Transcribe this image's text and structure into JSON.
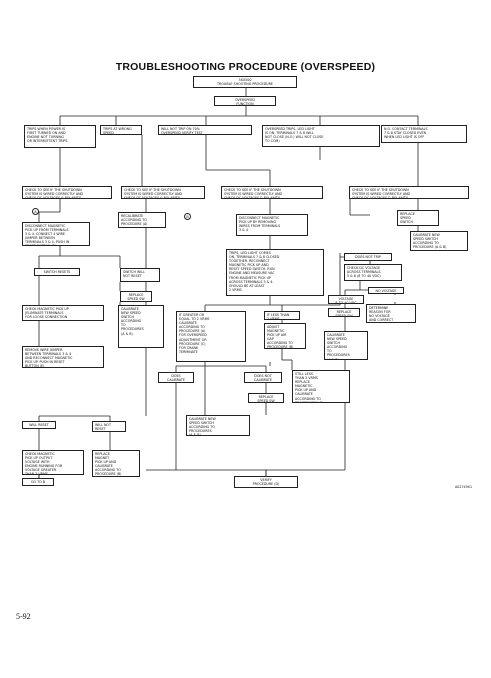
{
  "title": "TROUBLESHOOTING PROCEDURE (OVERSPEED)",
  "page_number": "5-92",
  "figure_ref": "A02749X1",
  "connector_a": "A",
  "connector_b": "B",
  "boxes": {
    "b1": "3XX500\nTROUBLE SHOOTING PROCEDURE",
    "b2": "OVERSPEED\nFUNCTION",
    "r1": "TRIPS WHEN POWER IS\nFIRST TURNED ON AND\nENGINE NOT TURNING\nOR INTERMITTENT TRIPS",
    "r2": "TRIPS AT WRONG\nSPEED",
    "r3": "WILL NOT TRIP ON 70%\nOVERSPEED VERIFY TEST",
    "r4": "OVERSPEED TRIPS, LED LIGHT\nIS ON, TERMINALS 7 & 8 WILL\nNOT CLOSE (N.O.) WILL NOT CLOSE\nTO COM)",
    "r5": "N.O. CONTACT TERMINALS\n7 & 8 STAY CLOSED EVEN\nWHEN LED LIGHT IS OFF",
    "c1": "CHECK TO SEE IF THE SHUTDOWN\nSYSTEM IS WIRED CORRECTLY AND\nCHECK DC VOLTAGES & POLARITY",
    "c2": "CHECK TO SEE IF THE SHUTDOWN\nSYSTEM IS WIRED CORRECTLY AND\nCHECK DC VOLTAGES & POLARITY",
    "c3": "CHECK TO SEE IF THE SHUTDOWN\nSYSTEM IS WIRED CORRECTLY AND\nCHECK DC VOLTAGES & POLARITY",
    "c4": "CHECK TO SEE IF THE SHUTDOWN\nSYSTEM IS WIRED CORRECTLY AND\nCHECK DC VOLTAGES & POLARITY",
    "disc1": "DISCONNECT MAGNETIC\nPICK UP FROM TERMINALS\n3 & 4. CONNECT 4 WIRE\nJUMPER BETWEEN\nTERMINALS 3 & 4. PUSH IN\nRESET BUTTON (B).",
    "recal1": "RECALIBRATE\nACCORDING TO\nPROCEDURE (A)",
    "disc2": "DISCONNECT MAGNETIC\nPICK UP BY REMOVING\nWIRES FROM TERMINALS\n3 & 4",
    "replace_sw": "REPLACE\nSPEED\nSWITCH",
    "cal_new1": "CALIBRATE NEW\nSPEED SWITCH\nACCORDING TO\nPROCEDURE (A & B)",
    "led": "TRIPS, LED LIGHT COMES\nON, TERMINALS 7 & 8 CLOSED\nTOGETHER. RECONNECT\nMAGNETIC PICK UP AND\nRESET SPEED SWITCH. RUN\nENGINE AND MEASURE VAC\nFROM MAGNETIC PICK UP\nACROSS TERMINALS 3 & 4.\nSHOULD BE AT LEAST\n2 VRMS.",
    "not_trip": "DOES NOT TRIP",
    "check_volt": "CHECK DC VOLTAGE\nACROSS TERMINALS\n5 & 6 (8 TO 40 VDC)",
    "sw_resets": "SWITCH RESETS",
    "sw_not_reset": "SWITCH WILL\nNOT RESET",
    "replace_sd": "REPLACE\nSPEED SW",
    "volt_ok": "VOLTAGE\n8 TO 40 VDC",
    "no_volt": "NO VOLTAGE",
    "check_mag": "CHECK MAGNETIC PICK UP\n(ELIMINATE TERMINALS\nFOR LOOSE CONNECTION",
    "cal_new2": "CALIBRATE\nNEW SPEED\nSWITCH\nACCORDING\nTO\nPROCEDURES\n(A & B)",
    "greater": "IF GREATER OR\nEQUAL TO 2 VRMS\nCALIBRATE\nACCORDING TO\nPROCEDURE (A)\nFOR OVERSPEED\nADJUSTMENT OR\nPROCEDURE (C)\nFOR CRANK\nTERMINATE",
    "less": "IF LESS THAN\n2 VRMS",
    "adjust": "ADJUST\nMAGNETIC\nPICK UP AIR\nGAP\nACCORDING TO\nPROCEDURE (B)",
    "replace_sd2": "REPLACE\nSPEED SW",
    "determine": "DETERMINE\nREASON FOR\nNO VOLTAGE\nAND CORRECT",
    "cal_new3": "CALIBRATE\nNEW SPEED\nSWITCH\nACCORDING\nTO\nPROCEDURES\n(A & B)",
    "remove": "REMOVE WIRE JUMPER\nBETWEEN TERMINALS 3 & 4\nAND RECONNECT MAGNETIC\nPICK UP. PUSH IN RESET\nBUTTON (E)",
    "does_cal": "DOES\nCALIBRATE",
    "does_not_cal": "DOES NOT\nCALIBRATE",
    "still_less": "STILL LESS\nTHAN 2 VRMS\nREPLACE\nMAGNETIC\nPICK UP AND\nCALIBRATE\nACCORDING TO\nPROCEDURES (B)",
    "will_reset": "WILL RESET",
    "will_not_reset": "WILL NOT\nRESET",
    "replace_sd3": "REPLACE\nSPEED SW",
    "check_mag2": "CHECK MAGNETIC\nPICK UP OUTPUT\nVOLTAGE WITH\nENGINE RUNNING FOR\nVOLTAGE GREATER\nTHAN 2 VRMS",
    "replace_mag": "REPLACE\nMAGNET\nPICK UP AND\nCALIBRATE\nACCORDING TO\nPROCEDURE (B)",
    "cal_new4": "CALIBRATE NEW\nSPEED SWITCH\nACCORDING TO\nPROCEDURES\n(A & B)",
    "go_to_b": "GO TO B",
    "verify": "VERIFY\nPROCEDURE (D)"
  }
}
